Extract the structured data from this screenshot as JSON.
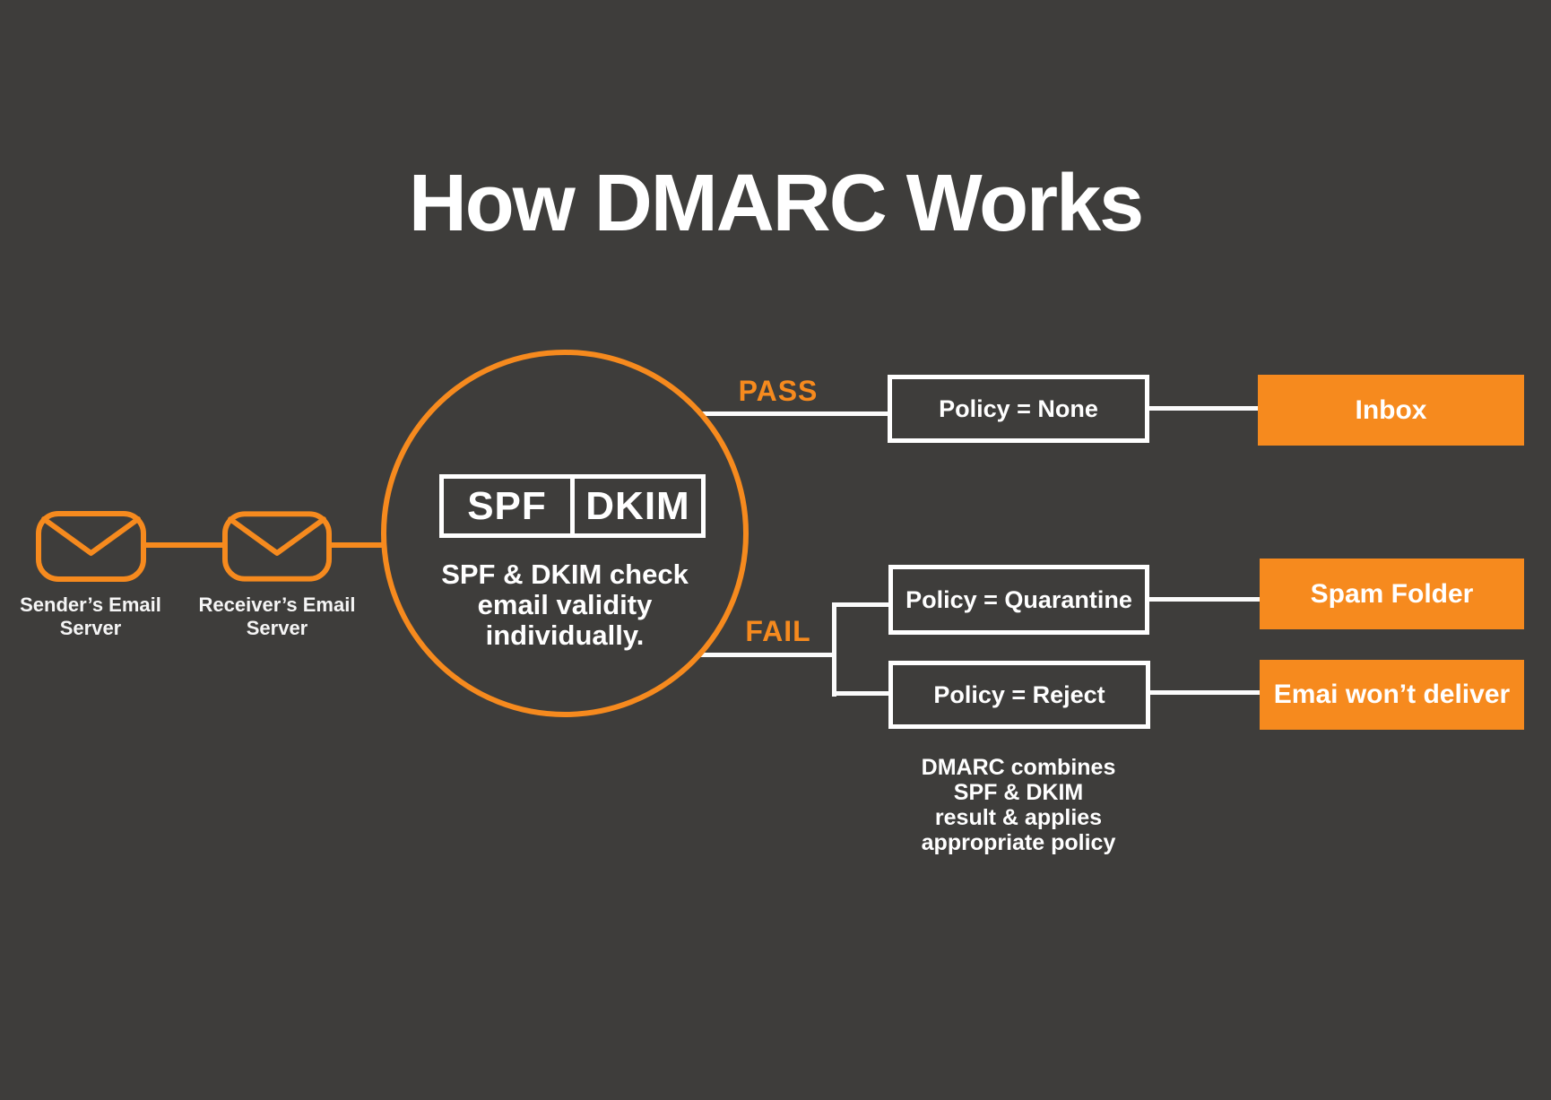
{
  "title": "How DMARC Works",
  "colors": {
    "background": "#3e3d3b",
    "accent_orange": "#f68a1e",
    "text_white": "#ffffff"
  },
  "servers": {
    "sender_label": "Sender’s Email\nServer",
    "receiver_label": "Receiver’s Email\nServer"
  },
  "check": {
    "spf_label": "SPF",
    "dkim_label": "DKIM",
    "caption": "SPF & DKIM check\nemail validity\nindividually."
  },
  "branches": {
    "pass_label": "PASS",
    "fail_label": "FAIL"
  },
  "policies": {
    "none": "Policy = None",
    "quarantine": "Policy = Quarantine",
    "reject": "Policy = Reject"
  },
  "outcomes": {
    "inbox": "Inbox",
    "spam": "Spam Folder",
    "no_delivery": "Emai won’t deliver"
  },
  "note": "DMARC combines\nSPF & DKIM\nresult & applies\nappropriate policy"
}
